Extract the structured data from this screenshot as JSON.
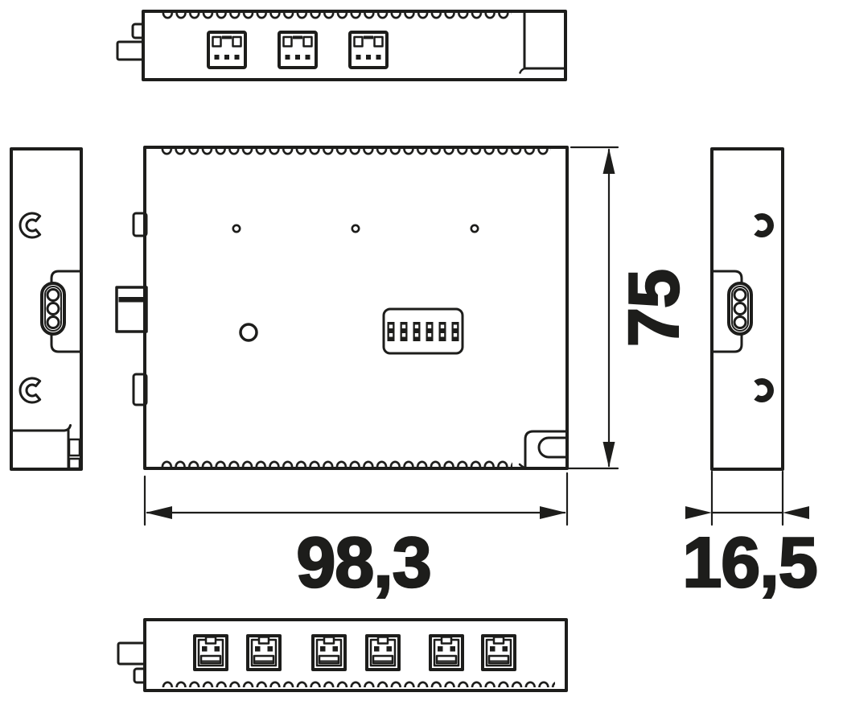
{
  "dimensions": {
    "width": "98,3",
    "height": "75",
    "depth": "16,5"
  },
  "colors": {
    "line": "#1d1d1b",
    "background": "#ffffff"
  }
}
